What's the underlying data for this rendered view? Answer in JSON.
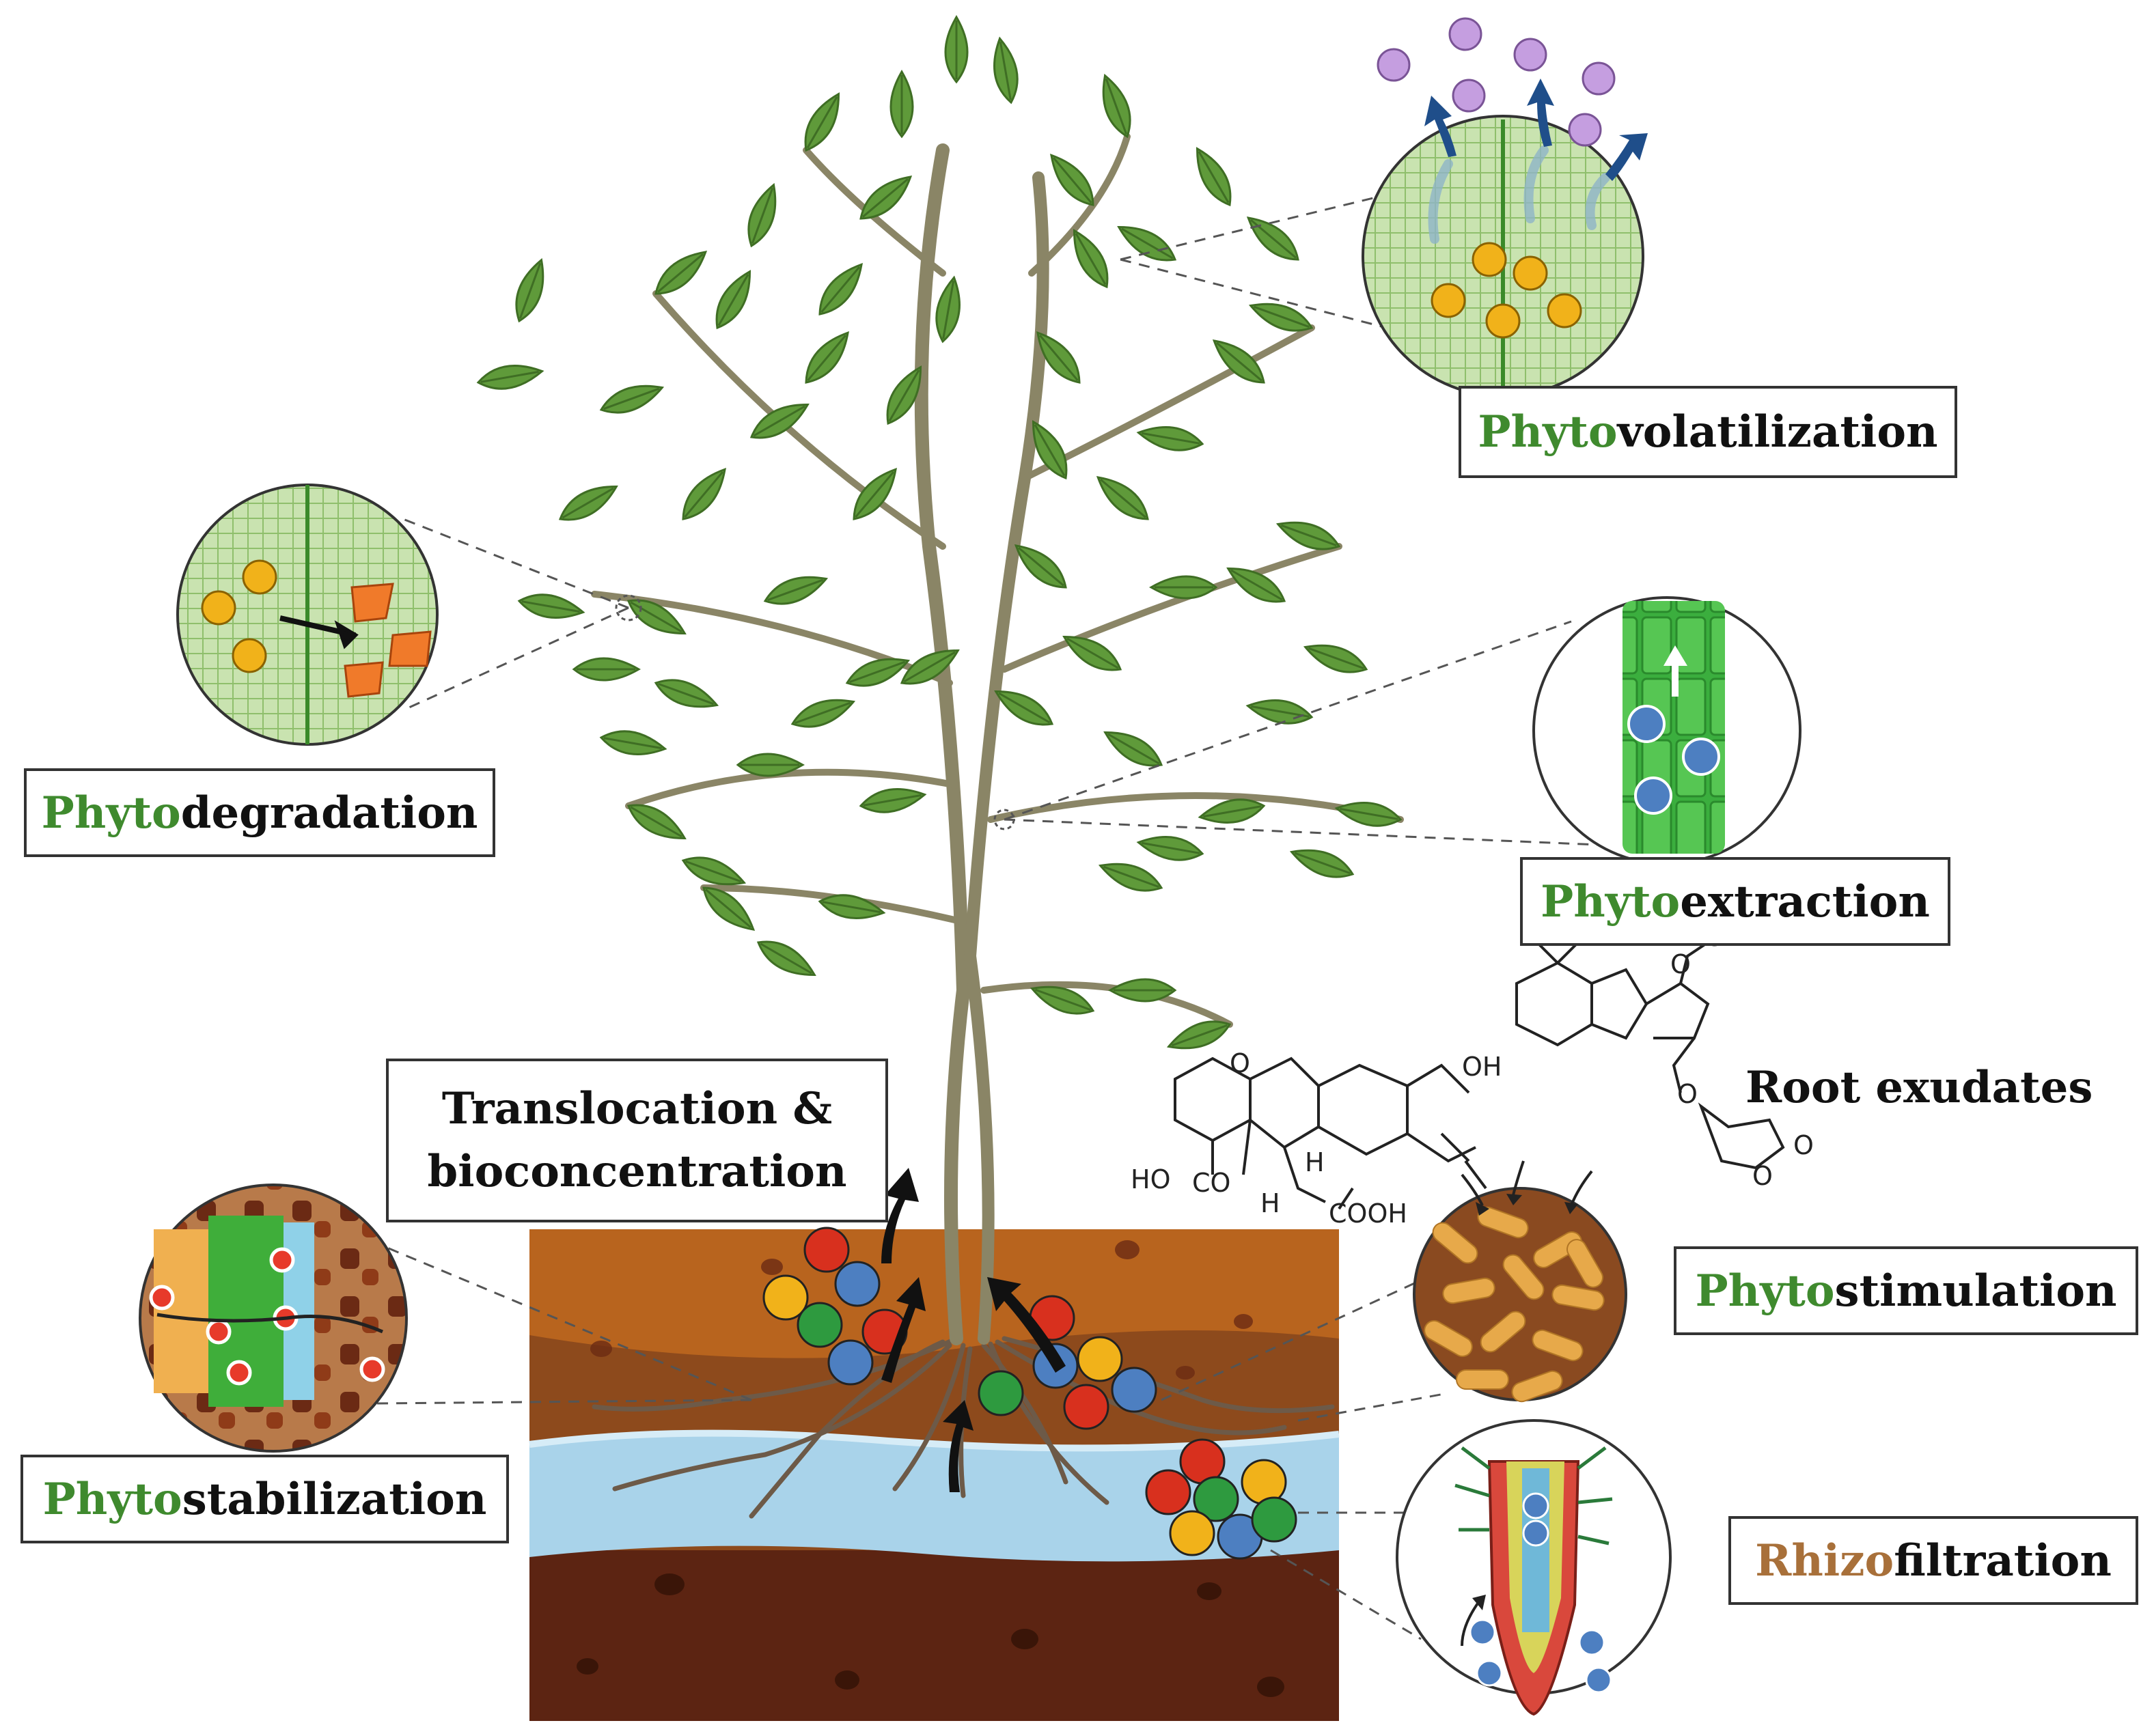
{
  "colors": {
    "prefix_green": "#3f8a2e",
    "prefix_rhizo": "#a8703a",
    "leaf": "#5f9a3a",
    "stem": "#8a8566",
    "soil_top": "#b8641e",
    "soil_mid": "#8d4a1c",
    "water": "#a9d3ea",
    "soil_deep": "#5c2412",
    "contaminant_yellow": "#f1b21a",
    "contaminant_blue": "#4d7fc1",
    "contaminant_red": "#d8301e",
    "contaminant_green": "#2e9a3f",
    "volatile_purple": "#c59ee0",
    "bacteria": "#e7a94a"
  },
  "labels": {
    "phytovolatilization": {
      "prefix": "Phyto",
      "suffix": "volatilization"
    },
    "phytodegradation": {
      "prefix": "Phyto",
      "suffix": "degradation"
    },
    "phytoextraction": {
      "prefix": "Phyto",
      "suffix": "extraction"
    },
    "phytostimulation": {
      "prefix": "Phyto",
      "suffix": "stimulation"
    },
    "phytostabilization": {
      "prefix": "Phyto",
      "suffix": "stabilization"
    },
    "rhizofiltration": {
      "prefix": "Rhizo",
      "suffix": "filtration"
    },
    "translocation": {
      "line1": "Translocation &",
      "line2": "bioconcentration"
    },
    "root_exudates": "Root exudates"
  },
  "chemistry": {
    "oh_top": "OH",
    "oh_left": "HO",
    "o_bridge": "O",
    "co": "CO",
    "h_upper": "H",
    "h_lower": "H",
    "cooh": "COOH",
    "o_right1": "O",
    "o_right2": "O",
    "o_right3": "O",
    "o_right4": "O",
    "o_right5": "O"
  },
  "icons": [
    "leaf-icon",
    "magnifier-circle-icon",
    "contaminant-particle-icon",
    "bacteria-icon",
    "root-tip-icon",
    "arrow-icon"
  ]
}
